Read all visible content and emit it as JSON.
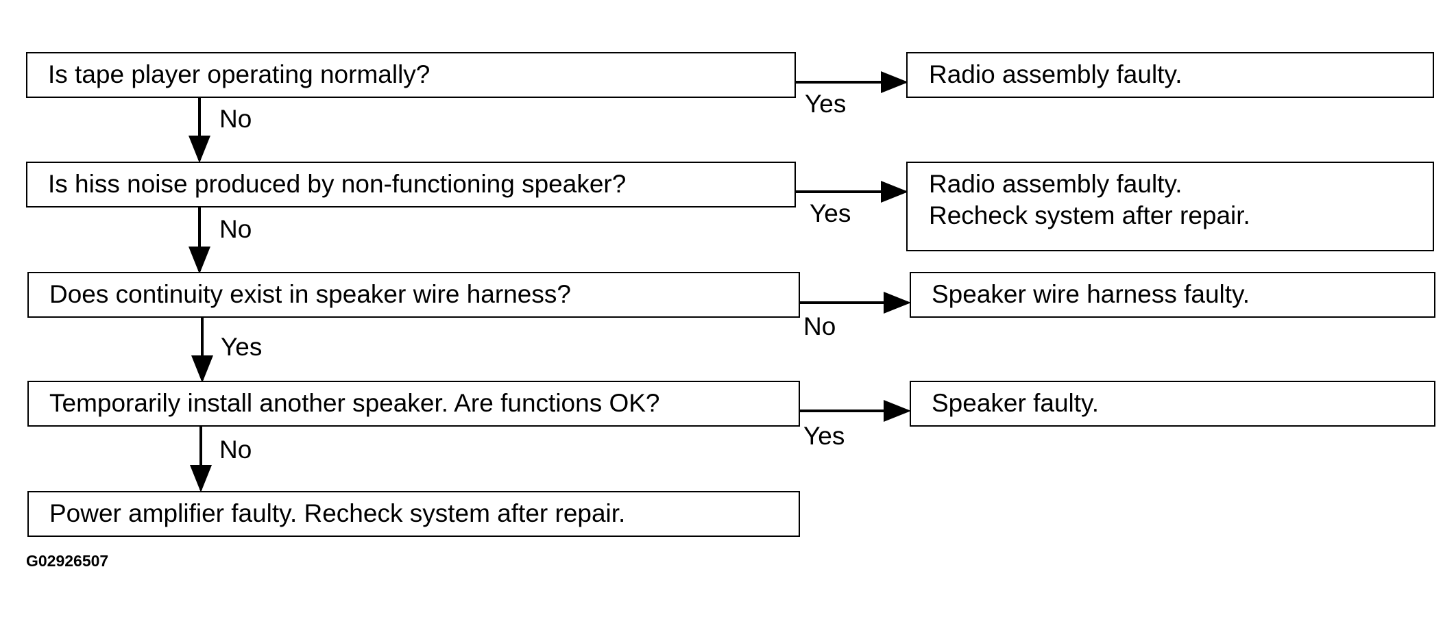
{
  "questions": [
    "Is tape player operating normally?",
    "Is hiss noise produced by non-functioning speaker?",
    "Does continuity exist in speaker wire harness?",
    "Temporarily install another speaker. Are functions OK?"
  ],
  "final_result": "Power amplifier faulty. Recheck system after repair.",
  "outcomes": [
    [
      "Radio assembly faulty."
    ],
    [
      "Radio assembly faulty.",
      "Recheck system after repair."
    ],
    [
      "Speaker wire harness faulty."
    ],
    [
      "Speaker faulty."
    ]
  ],
  "down_labels": [
    "No",
    "No",
    "Yes",
    "No"
  ],
  "side_labels": [
    "Yes",
    "Yes",
    "No",
    "Yes"
  ],
  "figure_id": "G02926507"
}
